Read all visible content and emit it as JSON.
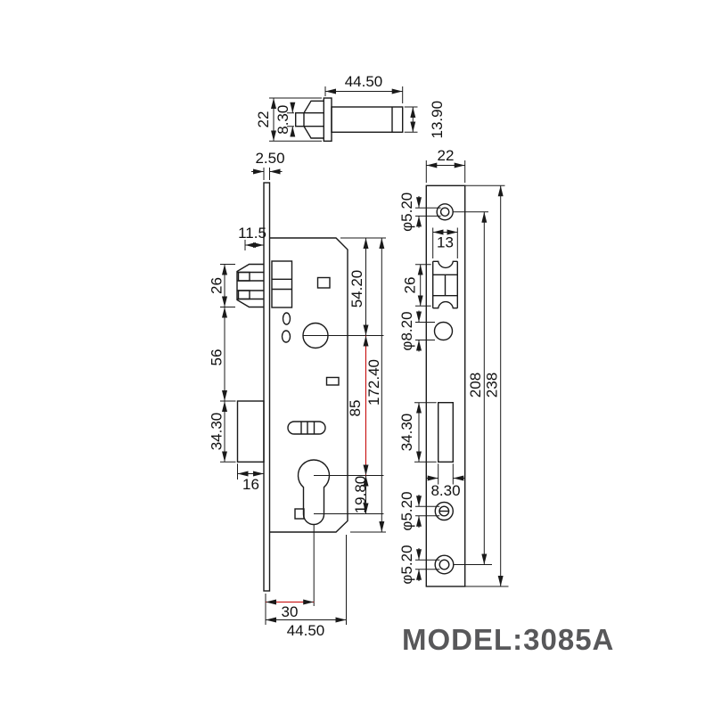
{
  "model_label": "MODEL:3085A",
  "colors": {
    "line": "#1a1a1a",
    "highlight_red": "#c40000",
    "model_text": "#58585a",
    "background": "#ffffff"
  },
  "dims": {
    "cylinder": {
      "length": "44.50",
      "flange_height": "22",
      "plug_height": "8.30",
      "bar_height": "13.90"
    },
    "faceplate_side": {
      "thickness": "2.50"
    },
    "body": {
      "latch_protrusion": "11.5",
      "latch_height": "26",
      "latch_to_deadbolt": "56",
      "deadbolt_height": "34.30",
      "deadbolt_depth": "16",
      "top_to_spindle": "54.20",
      "spindle_to_cylinder": "85",
      "case_height": "172.40",
      "below_cylinder": "19.80",
      "backset": "30",
      "case_depth": "44.50"
    },
    "faceplate_front": {
      "width": "22",
      "top_screw_hole": "φ5.20",
      "latch_cutout_width": "13",
      "latch_cutout_height": "26",
      "spindle_hole": "φ8.20",
      "deadbolt_cutout_height": "34.30",
      "deadbolt_cutout_width": "8.30",
      "mid_screw_hole": "φ5.20",
      "bottom_screw_hole": "φ5.20",
      "screw_centers": "208",
      "plate_height": "238"
    }
  }
}
